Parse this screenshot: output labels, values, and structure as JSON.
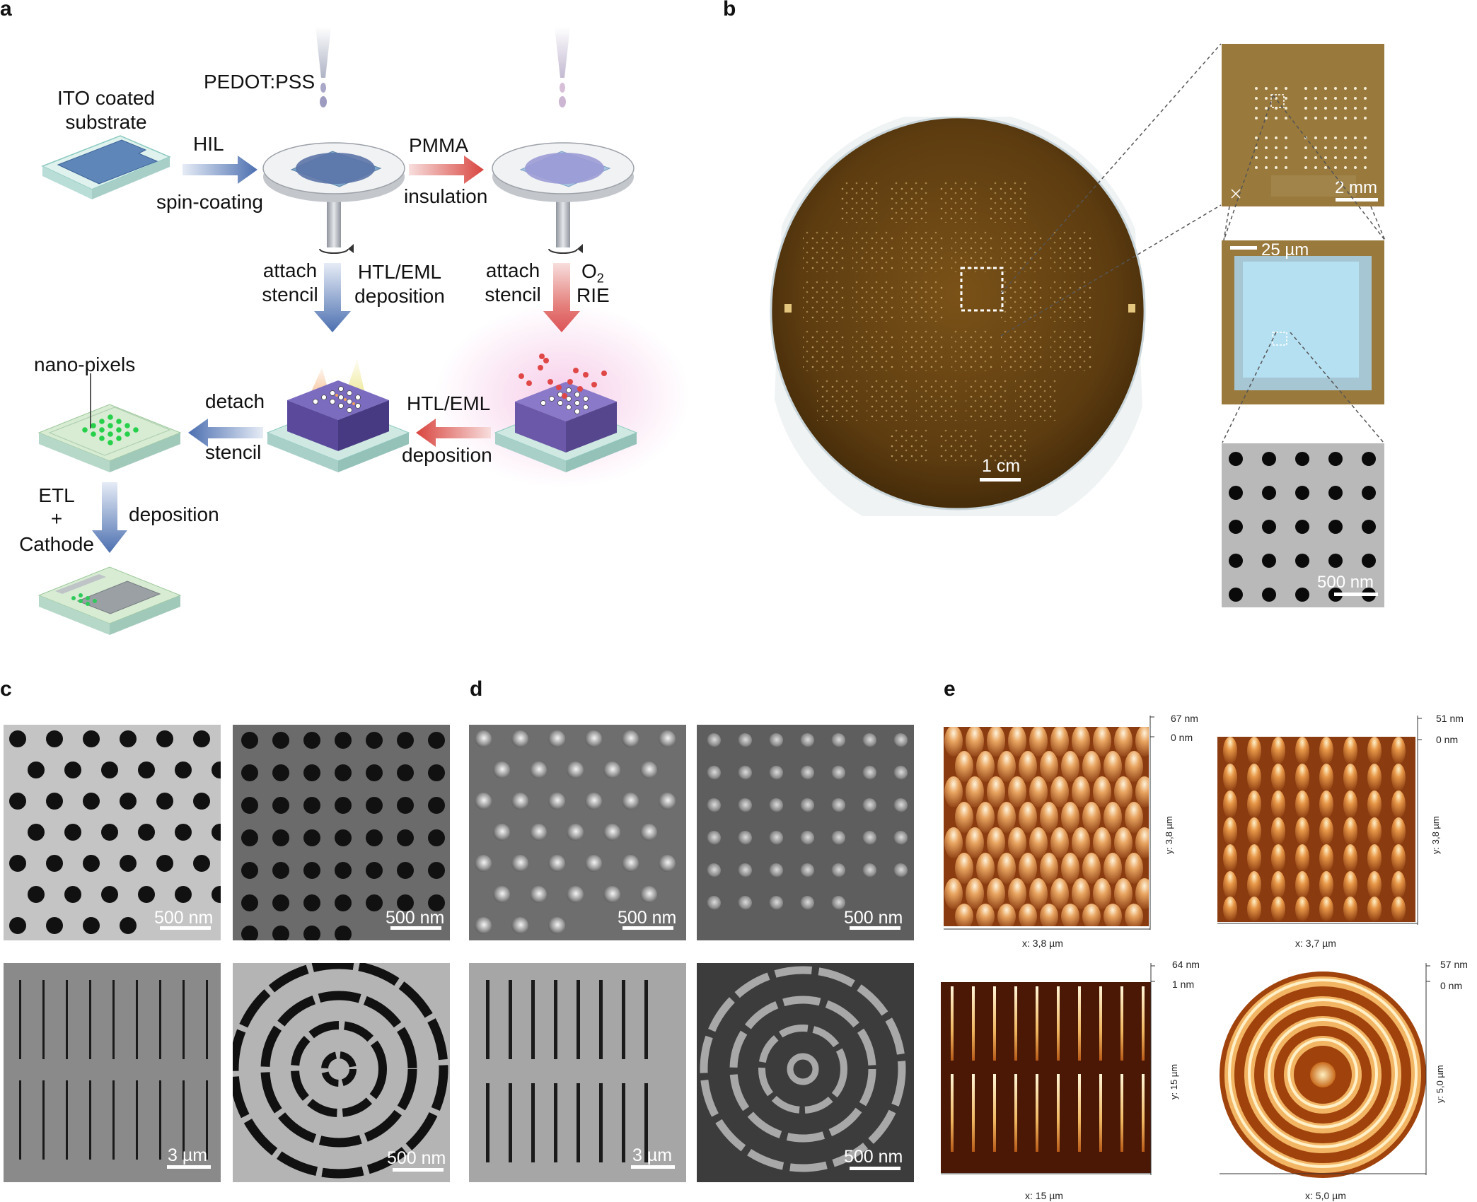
{
  "panel_labels": {
    "a": "a",
    "b": "b",
    "c": "c",
    "d": "d",
    "e": "e"
  },
  "panel_a": {
    "ito": "ITO coated substrate",
    "hil": "HIL",
    "spin": "spin-coating",
    "pedot": "PEDOT:PSS",
    "pmma": "PMMA",
    "insulation": "insulation",
    "attach1": "attach stencil",
    "htl_dep1": "HTL/EML deposition",
    "attach2": "attach stencil",
    "o2": "O",
    "o2_sub": "2",
    "rie": "RIE",
    "nanopixels": "nano-pixels",
    "detach": "detach",
    "stencil": "stencil",
    "htl": "HTL/EML",
    "deposition": "deposition",
    "etl": "ETL",
    "plus": "+",
    "cathode": "Cathode",
    "deposition2": "deposition"
  },
  "panel_b": {
    "sb_wafer": "1 cm",
    "sb_chip": "2 mm",
    "sb_pixel": "25 µm",
    "sb_sem": "500 nm"
  },
  "panel_c": {
    "sb1": "500 nm",
    "sb2": "500 nm",
    "sb3": "3 µm",
    "sb4": "500 nm"
  },
  "panel_d": {
    "sb1": "500 nm",
    "sb2": "500 nm",
    "sb3": "3 µm",
    "sb4": "500 nm"
  },
  "panel_e": {
    "p1": {
      "zmax": "67 nm",
      "zmin": "0 nm",
      "x": "x: 3,8 µm",
      "y": "y: 3,8 µm"
    },
    "p2": {
      "zmax": "51 nm",
      "zmin": "0 nm",
      "x": "x: 3,7 µm",
      "y": "y: 3,8 µm"
    },
    "p3": {
      "zmax": "64 nm",
      "zmin": "1 nm",
      "x": "x: 15 µm",
      "y": "y: 15 µm"
    },
    "p4": {
      "zmax": "57 nm",
      "zmin": "0 nm",
      "x": "x: 5,0 µm",
      "y": "y: 5,0 µm"
    }
  },
  "colors": {
    "hole_blue": "#5b79b8",
    "arrow_red": "#d9453f",
    "afm_brown": "#8a3b0f",
    "wafer": "#6b4514"
  }
}
